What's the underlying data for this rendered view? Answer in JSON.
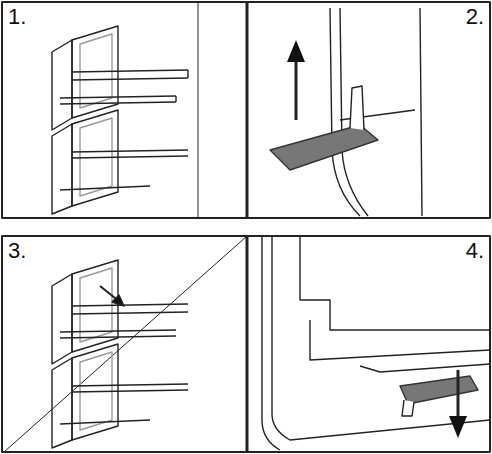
{
  "diagram": {
    "labels": [
      "1.",
      "2.",
      "3.",
      "4."
    ]
  }
}
